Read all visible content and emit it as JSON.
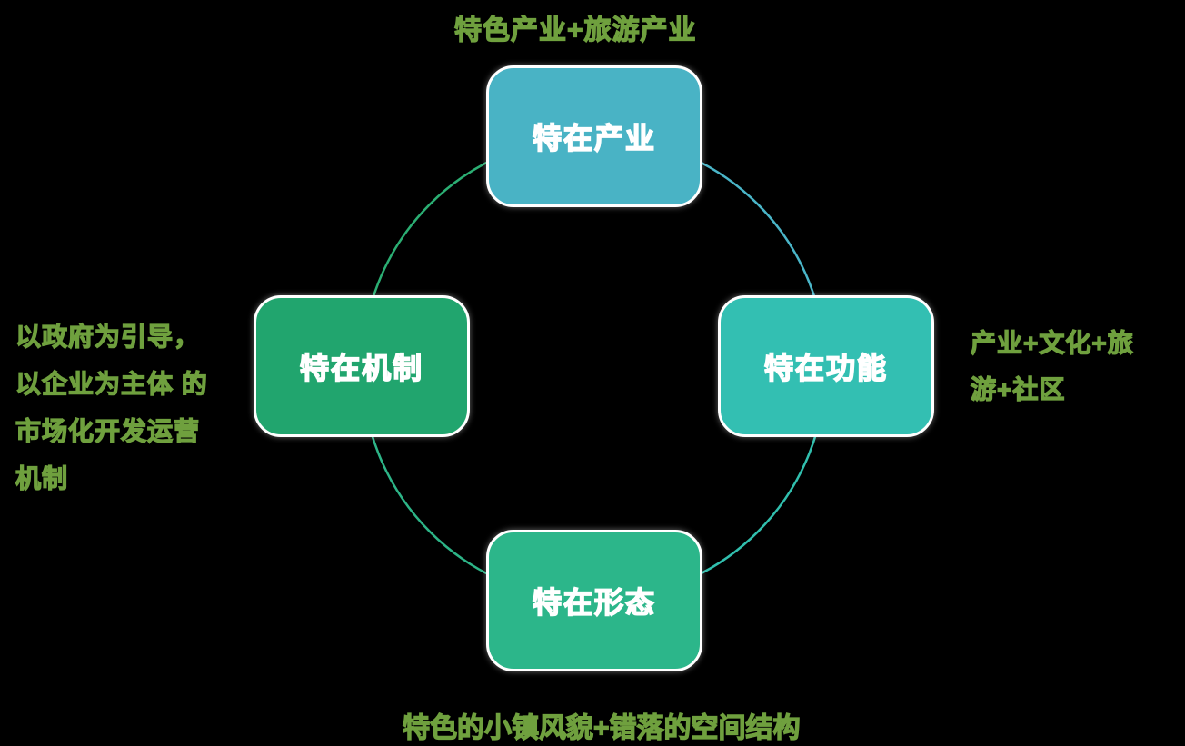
{
  "canvas": {
    "background": "#000000"
  },
  "diagram": {
    "title_concept": "four-quadrant cycle diagram",
    "ring": {
      "arc_colors": {
        "top_left": "#2BAE73",
        "top_right": "#4AB5C8",
        "bottom_right": "#31BFAE",
        "bottom_left": "#2DB487"
      }
    },
    "nodes": [
      {
        "id": "industry",
        "label": "特在产业",
        "color": "#49B3C5",
        "position": "top"
      },
      {
        "id": "function",
        "label": "特在功能",
        "color": "#33BFB2",
        "position": "right"
      },
      {
        "id": "form",
        "label": "特在形态",
        "color": "#2CB68A",
        "position": "bottom"
      },
      {
        "id": "mechanism",
        "label": "特在机制",
        "color": "#21A56E",
        "position": "left"
      }
    ],
    "annotations": {
      "color": "#6FA03E",
      "top": "特色产业+旅游产业",
      "right": "产业+文化+旅\n游+社区",
      "bottom": "特色的小镇风貌+错落的空间结构",
      "left": "以政府为引导，\n以企业为主体 的\n市场化开发运营\n机制"
    }
  }
}
